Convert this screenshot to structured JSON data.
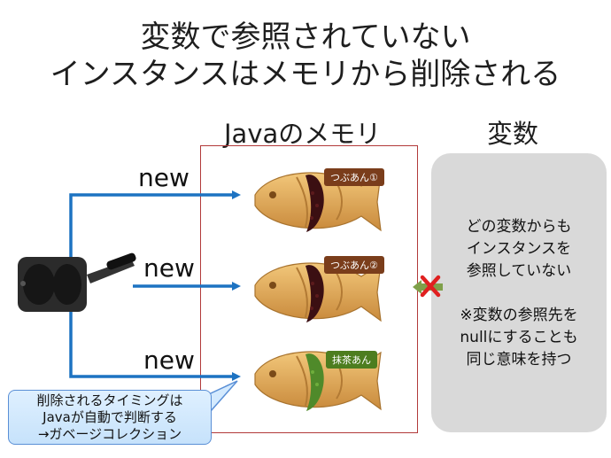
{
  "title": {
    "line1": "変数で参照されていない",
    "line2": "インスタンスはメモリから削除される"
  },
  "labels": {
    "memory": "Javaのメモリ",
    "variable": "変数"
  },
  "arrows": {
    "new1": "new",
    "new2": "new",
    "new3": "new"
  },
  "instances": [
    {
      "tag": "つぶあん①",
      "filling": "red-bean"
    },
    {
      "tag": "つぶあん②",
      "filling": "red-bean"
    },
    {
      "tag": "抹茶あん",
      "filling": "matcha"
    }
  ],
  "variable_box": {
    "line1": "どの変数からも",
    "line2": "インスタンスを",
    "line3": "参照していない",
    "line4": "※変数の参照先を",
    "line5": "nullにすることも",
    "line6": "同じ意味を持つ"
  },
  "callout": {
    "line1": "削除されるタイミングは",
    "line2": "Javaが自動で判断する",
    "line3": "→ガベージコレクション"
  },
  "colors": {
    "arrow_blue": "#1d73c2",
    "memory_border": "#b23a3a",
    "cross_red": "#e02020",
    "ref_arrow_green": "#7fa04a",
    "variable_box_gray": "#d9d9d9"
  }
}
